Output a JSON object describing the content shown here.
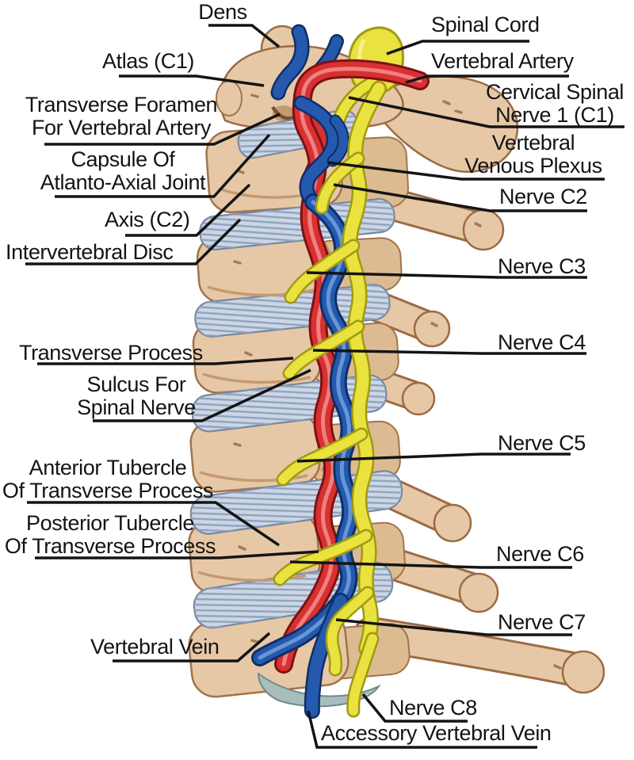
{
  "title": "Cervical Spine Lateral View - Labeled Anatomy Diagram",
  "colors": {
    "background": "#ffffff",
    "bone": "#e7c8a6",
    "bone_shadow": "#ddbb92",
    "bone_outline": "#9c6b44",
    "disc": "#cdd6e4",
    "disc_outline": "#76879f",
    "cartilage": "#a9bdbd",
    "artery_red": "#d93030",
    "vein_blue": "#2459ae",
    "nerve_yellow": "#e9e23f",
    "label_text": "#141414",
    "leader_line": "#141414"
  },
  "labels": {
    "dens": {
      "text": "Dens"
    },
    "atlas": {
      "text": "Atlas (C1)"
    },
    "transverse_foramen": {
      "line1": "Transverse Foramen",
      "line2": "For Vertebral Artery"
    },
    "capsule": {
      "line1": "Capsule Of",
      "line2": "Atlanto-Axial Joint"
    },
    "axis": {
      "text": "Axis (C2)"
    },
    "intervertebral_disc": {
      "text": "Intervertebral Disc"
    },
    "transverse_process": {
      "text": "Transverse Process"
    },
    "sulcus": {
      "line1": "Sulcus For",
      "line2": "Spinal Nerve"
    },
    "anterior_tubercle": {
      "line1": "Anterior Tubercle",
      "line2": "Of Transverse Process"
    },
    "posterior_tubercle": {
      "line1": "Posterior Tubercle",
      "line2": "Of Transverse Process"
    },
    "vertebral_vein": {
      "text": "Vertebral Vein"
    },
    "spinal_cord": {
      "text": "Spinal Cord"
    },
    "vertebral_artery": {
      "text": "Vertebral Artery"
    },
    "cervical_spinal_nerve_1": {
      "line1": "Cervical Spinal",
      "line2": "Nerve 1 (C1)"
    },
    "vertebral_venous_plexus": {
      "line1": "Vertebral",
      "line2": "Venous Plexus"
    },
    "nerve_c2": {
      "text": "Nerve C2"
    },
    "nerve_c3": {
      "text": "Nerve C3"
    },
    "nerve_c4": {
      "text": "Nerve C4"
    },
    "nerve_c5": {
      "text": "Nerve C5"
    },
    "nerve_c6": {
      "text": "Nerve C6"
    },
    "nerve_c7": {
      "text": "Nerve C7"
    },
    "nerve_c8": {
      "text": "Nerve C8"
    },
    "accessory_vertebral_vein": {
      "text": "Accessory Vertebral Vein"
    }
  }
}
